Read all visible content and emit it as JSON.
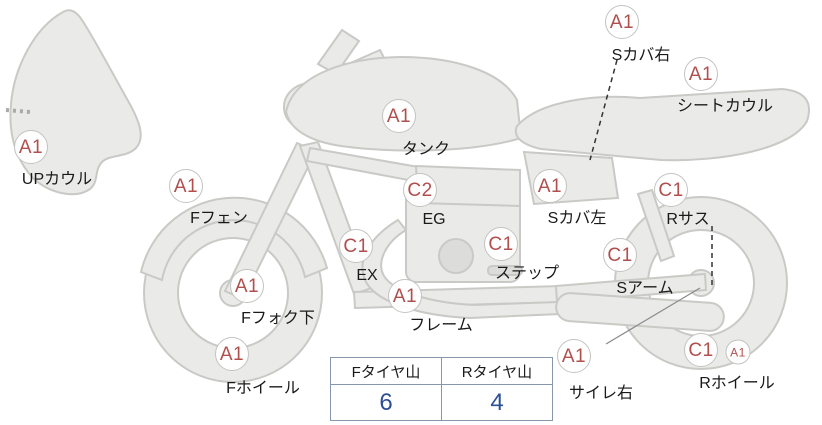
{
  "diagram_title": "motorcycle-parts-condition-diagram",
  "colors": {
    "grade_text": "#b0504e",
    "value_text": "#2d4f96",
    "body_fill": "#eaeae8",
    "body_stroke": "#c9c9c5",
    "table_border": "#8696ad"
  },
  "parts": [
    {
      "grade": "A1",
      "label": "UPカウル"
    },
    {
      "grade": "A1",
      "label": "Fフェン"
    },
    {
      "grade": "A1",
      "label": "Sカバ右"
    },
    {
      "grade": "A1",
      "label": "シートカウル"
    },
    {
      "grade": "A1",
      "label": "タンク"
    },
    {
      "grade": "C2",
      "label": "EG"
    },
    {
      "grade": "A1",
      "label": "Sカバ左"
    },
    {
      "grade": "C1",
      "label": "Rサス"
    },
    {
      "grade": "C1",
      "label": "EX"
    },
    {
      "grade": "C1",
      "label": "ステップ"
    },
    {
      "grade": "C1",
      "label": "Sアーム"
    },
    {
      "grade": "A1",
      "label": "Fフォク下"
    },
    {
      "grade": "A1",
      "label": "フレーム"
    },
    {
      "grade": "A1",
      "label": "Fホイール"
    },
    {
      "grade": "A1",
      "label": "サイレ右"
    },
    {
      "grade": "C1",
      "label": "Rホイール",
      "sub_grade": "A1"
    }
  ],
  "tire_table": {
    "col1_header": "Fタイヤ山",
    "col2_header": "Rタイヤ山",
    "col1_value": "6",
    "col2_value": "4"
  }
}
